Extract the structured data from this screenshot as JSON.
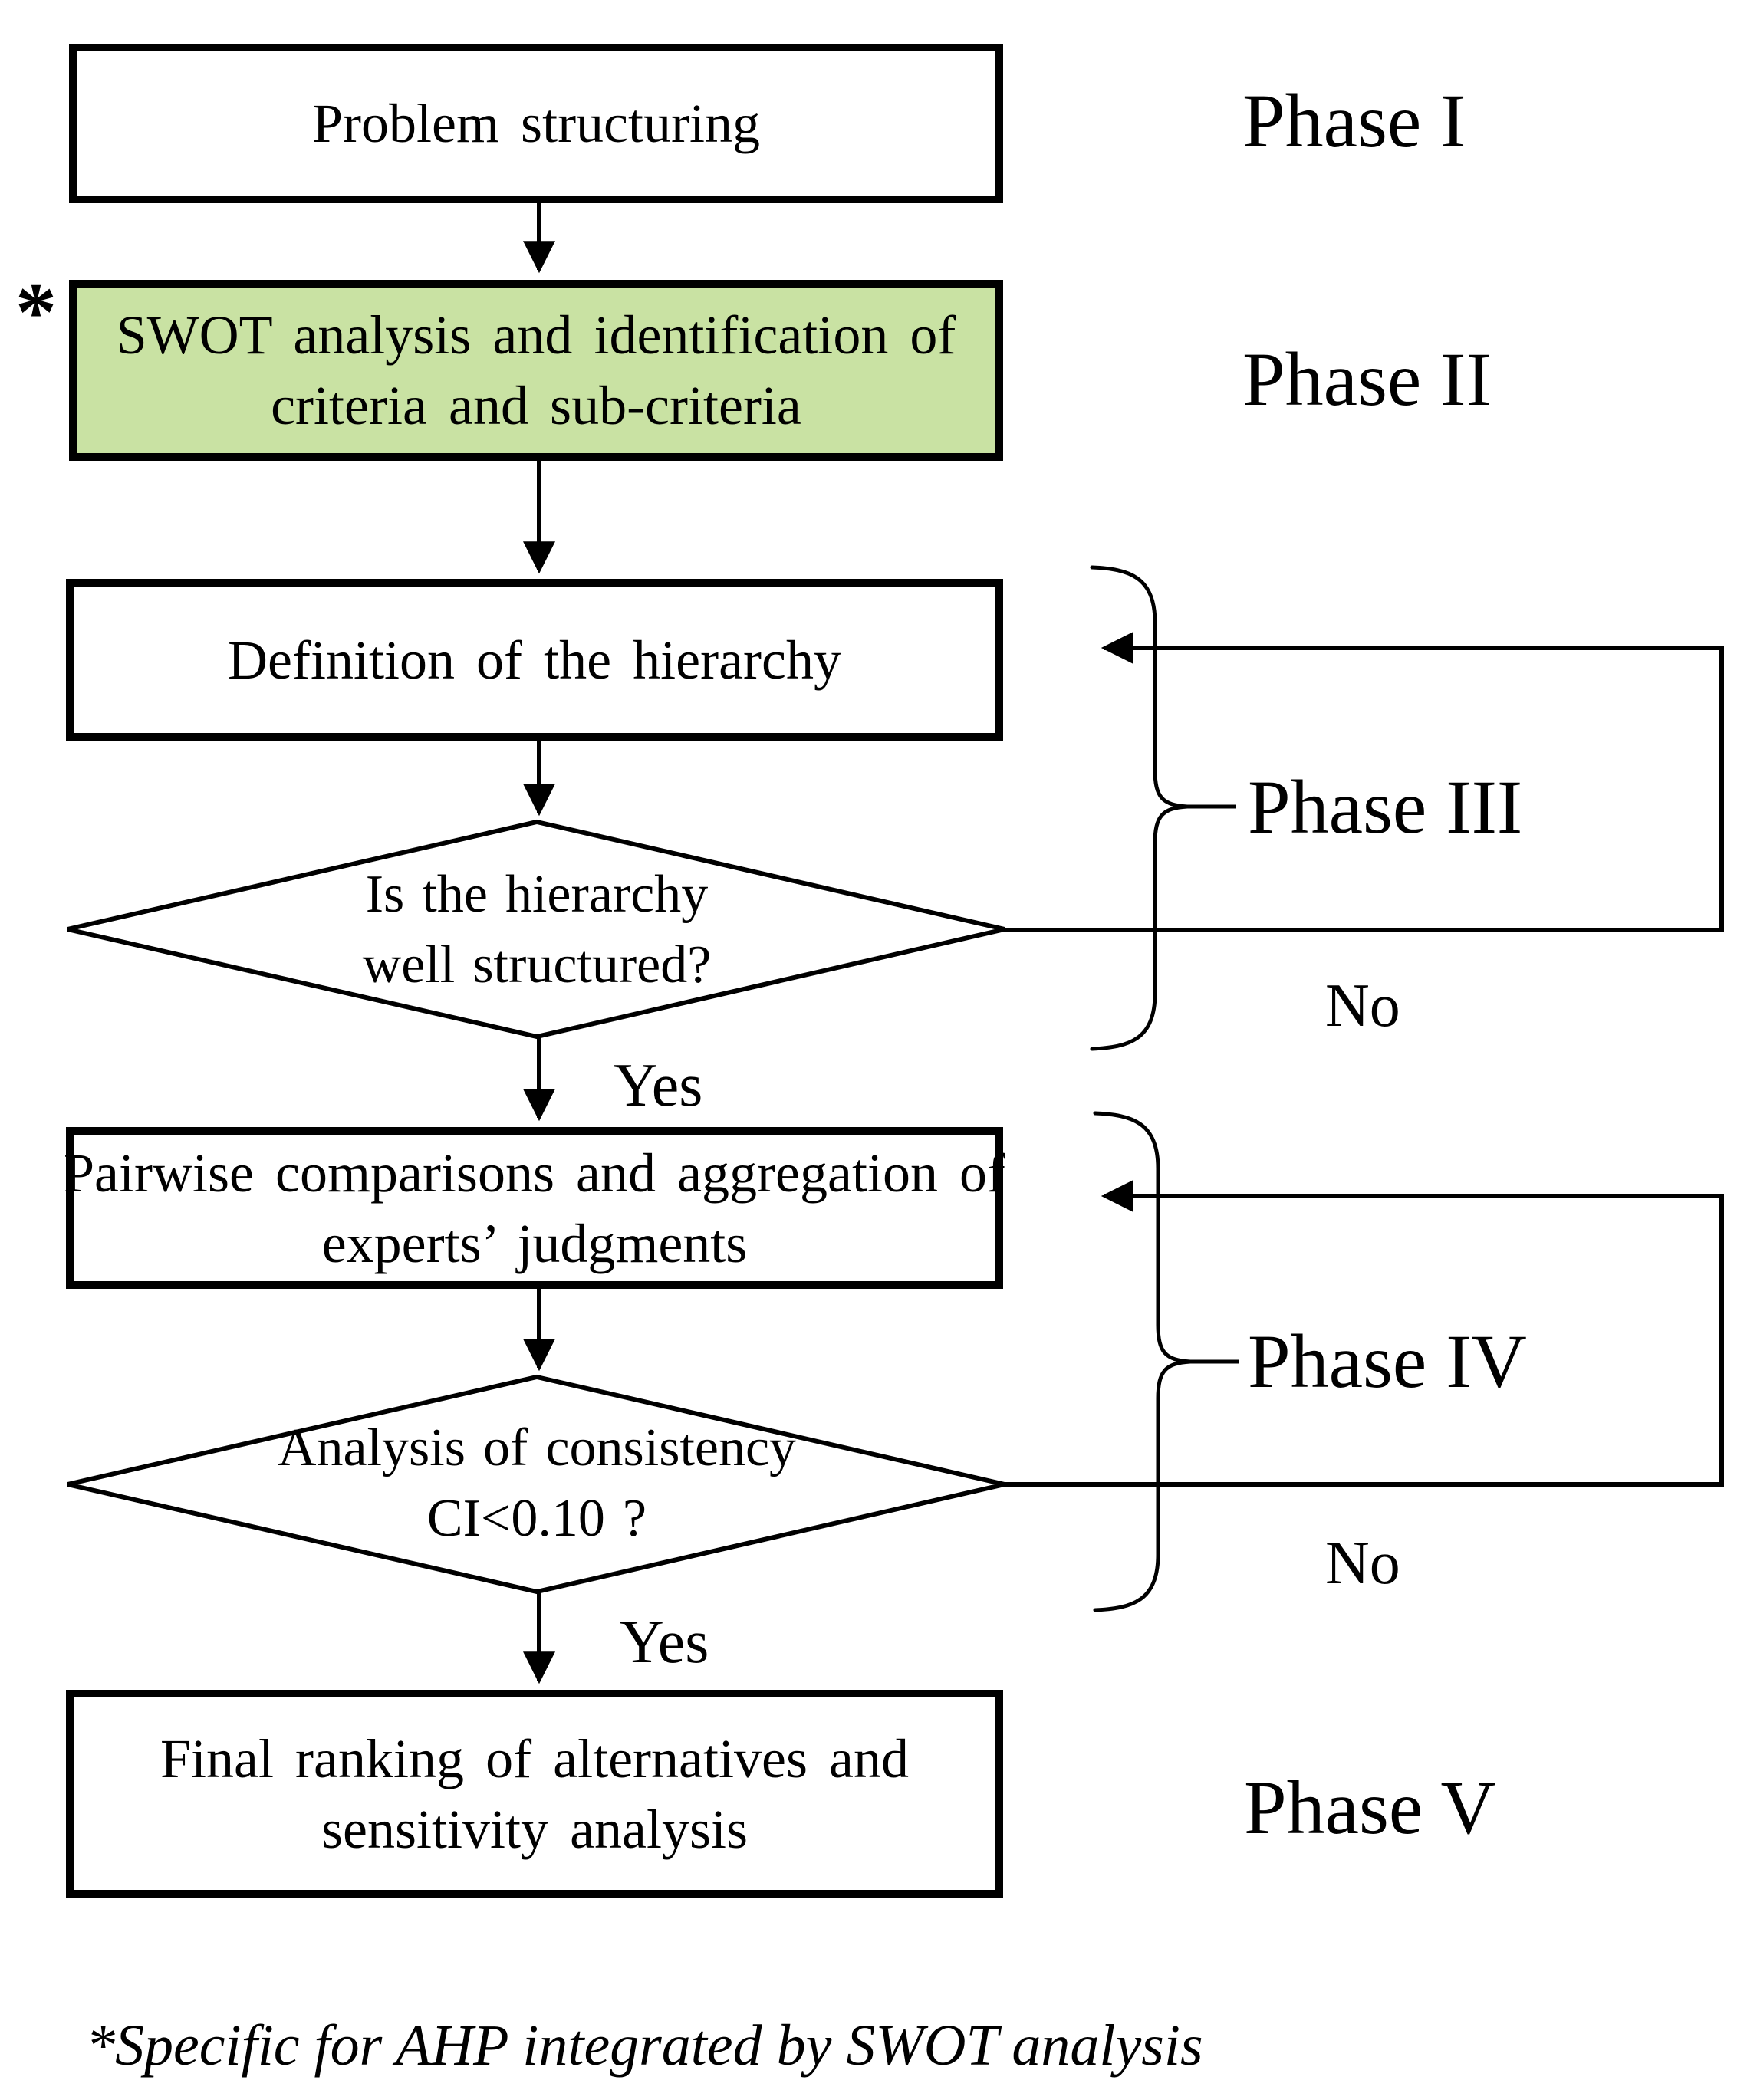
{
  "colors": {
    "line": "#000000",
    "box_fill": "#ffffff",
    "highlight_fill": "#c9e2a3",
    "background": "#ffffff",
    "text": "#000000"
  },
  "flow": {
    "box1": {
      "label": "Problem structuring"
    },
    "box2": {
      "marker": "*",
      "lines": [
        "SWOT analysis and identification of",
        "criteria and sub-criteria"
      ]
    },
    "box3": {
      "label": "Definition of the hierarchy"
    },
    "diamond1": {
      "lines": [
        "Is the hierarchy",
        "well structured?"
      ]
    },
    "box4": {
      "lines": [
        "Pairwise comparisons and aggregation of",
        "experts’ judgments"
      ]
    },
    "diamond2": {
      "lines": [
        "Analysis of consistency",
        "CI<0.10 ?"
      ]
    },
    "box5": {
      "lines": [
        "Final ranking of alternatives and",
        "sensitivity analysis"
      ]
    }
  },
  "phases": {
    "phase1": "Phase I",
    "phase2": "Phase II",
    "phase3": "Phase III",
    "phase4": "Phase IV",
    "phase5": "Phase V"
  },
  "branch_labels": {
    "yes1": "Yes",
    "no1": "No",
    "yes2": "Yes",
    "no2": "No"
  },
  "footnote": "*Specific for AHP integrated by SWOT analysis"
}
